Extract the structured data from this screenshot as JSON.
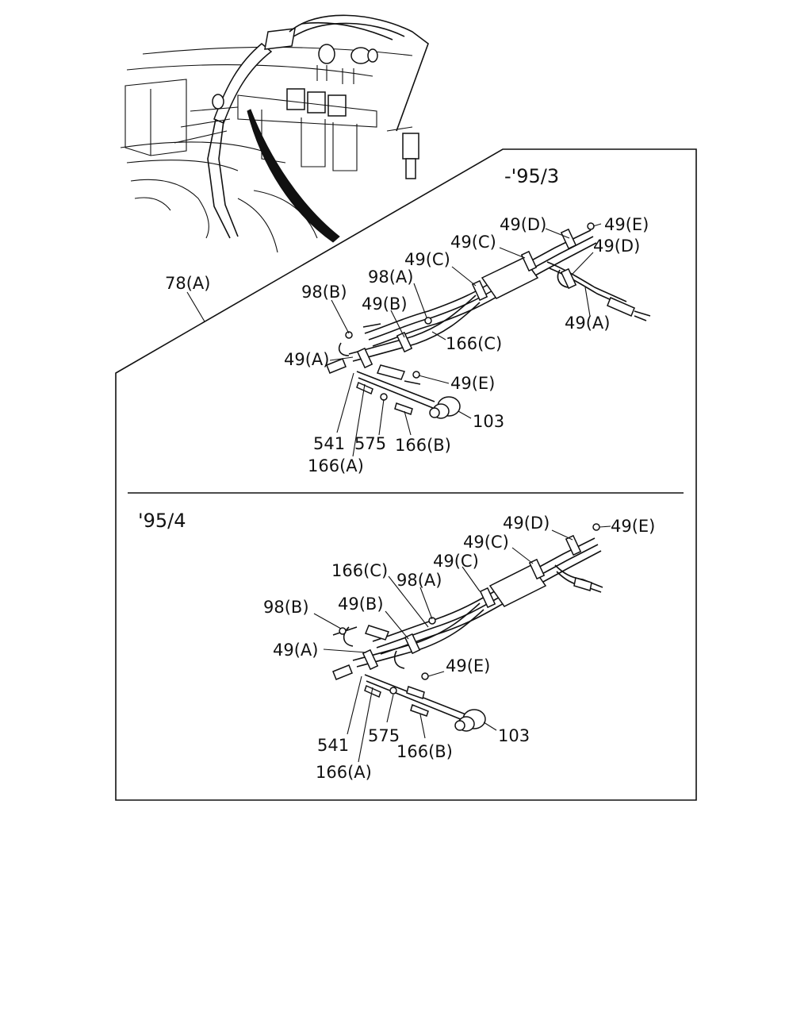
{
  "callout_top": {
    "ref": "78(A)"
  },
  "panel_1": {
    "title": "-'95/3",
    "labels": {
      "l49d_1": "49(D)",
      "l49e_1": "49(E)",
      "l49c_1": "49(C)",
      "l49d_2": "49(D)",
      "l49c_2": "49(C)",
      "l98a": "98(A)",
      "l98b": "98(B)",
      "l49b": "49(B)",
      "l166c": "166(C)",
      "l49a_1": "49(A)",
      "l49a_2": "49(A)",
      "l49e_2": "49(E)",
      "l103": "103",
      "l541": "541",
      "l575": "575",
      "l166b": "166(B)",
      "l166a": "166(A)"
    }
  },
  "panel_2": {
    "title": "'95/4",
    "labels": {
      "l49d": "49(D)",
      "l49e_1": "49(E)",
      "l49c_1": "49(C)",
      "l166c": "166(C)",
      "l98a": "98(A)",
      "l49c_2": "49(C)",
      "l98b": "98(B)",
      "l49b": "49(B)",
      "l49a": "49(A)",
      "l49e_2": "49(E)",
      "l541": "541",
      "l575": "575",
      "l166b": "166(B)",
      "l103": "103",
      "l166a": "166(A)"
    }
  }
}
